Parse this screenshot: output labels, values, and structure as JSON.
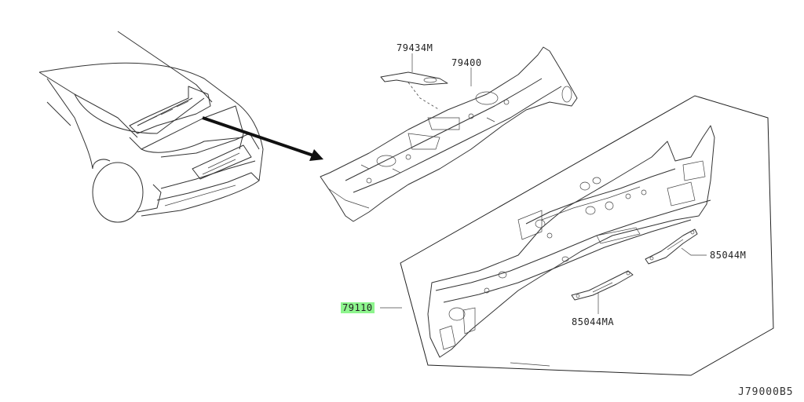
{
  "labels": {
    "p79434m": "79434M",
    "p79400": "79400",
    "p85044m": "85044M",
    "p79110": "79110",
    "p85044ma": "85044MA"
  },
  "diagram_code": "J79000B5",
  "colors": {
    "highlight": "#8ef58e",
    "line": "#333333"
  }
}
